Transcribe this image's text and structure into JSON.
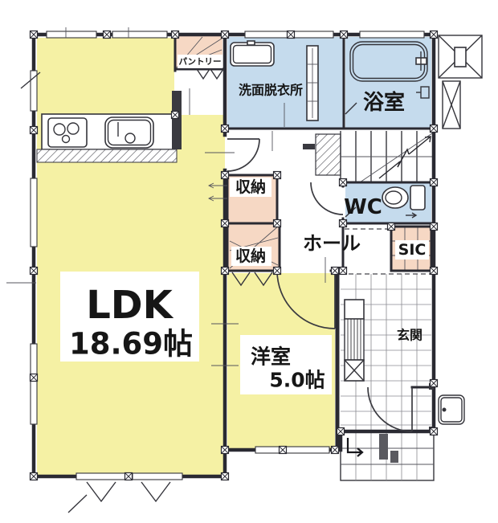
{
  "floorplan": {
    "rooms": {
      "ldk": {
        "label": "LDK",
        "size": "18.69帖"
      },
      "western_room": {
        "label": "洋室",
        "size": "5.0帖"
      },
      "pantry": {
        "label": "パントリー"
      },
      "washroom": {
        "label": "洗面脱衣所"
      },
      "bathroom": {
        "label": "浴室"
      },
      "wc": {
        "label": "WC"
      },
      "hall": {
        "label": "ホール"
      },
      "sic": {
        "label": "SIC"
      },
      "entrance": {
        "label": "玄関"
      },
      "storage_upper": {
        "label": "収納"
      },
      "storage_lower": {
        "label": "収納"
      }
    },
    "colors": {
      "room_yellow": "#f5f1a4",
      "room_pink": "#f6d8c4",
      "room_blue": "#c5dbed",
      "wall": "#2a2a32"
    }
  }
}
